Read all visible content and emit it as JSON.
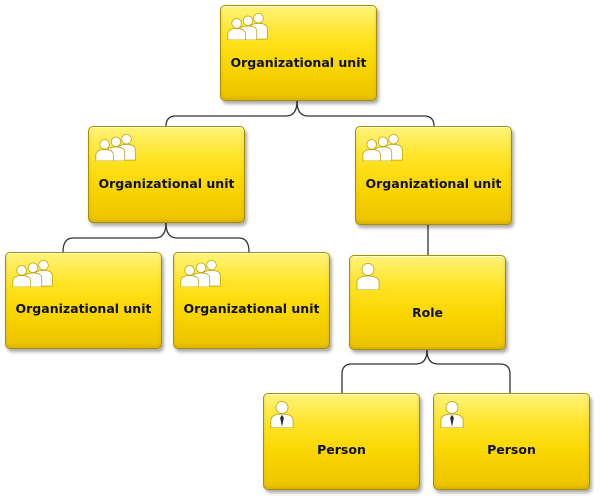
{
  "diagram": {
    "nodes": {
      "root": {
        "label": "Organizational unit",
        "icon": "organizational-unit-icon"
      },
      "left": {
        "label": "Organizational unit",
        "icon": "organizational-unit-icon"
      },
      "right": {
        "label": "Organizational unit",
        "icon": "organizational-unit-icon"
      },
      "left_child_1": {
        "label": "Organizational unit",
        "icon": "organizational-unit-icon"
      },
      "left_child_2": {
        "label": "Organizational unit",
        "icon": "organizational-unit-icon"
      },
      "role": {
        "label": "Role",
        "icon": "role-icon"
      },
      "person_1": {
        "label": "Person",
        "icon": "person-icon"
      },
      "person_2": {
        "label": "Person",
        "icon": "person-icon"
      }
    },
    "edges": [
      {
        "from": "root",
        "to": "left"
      },
      {
        "from": "root",
        "to": "right"
      },
      {
        "from": "left",
        "to": "left_child_1"
      },
      {
        "from": "left",
        "to": "left_child_2"
      },
      {
        "from": "right",
        "to": "role"
      },
      {
        "from": "role",
        "to": "person_1"
      },
      {
        "from": "role",
        "to": "person_2"
      }
    ],
    "colors": {
      "node_fill": "#ffe426",
      "node_border": "#a88f00",
      "connector": "#333333",
      "icon": "#ffffff"
    }
  }
}
